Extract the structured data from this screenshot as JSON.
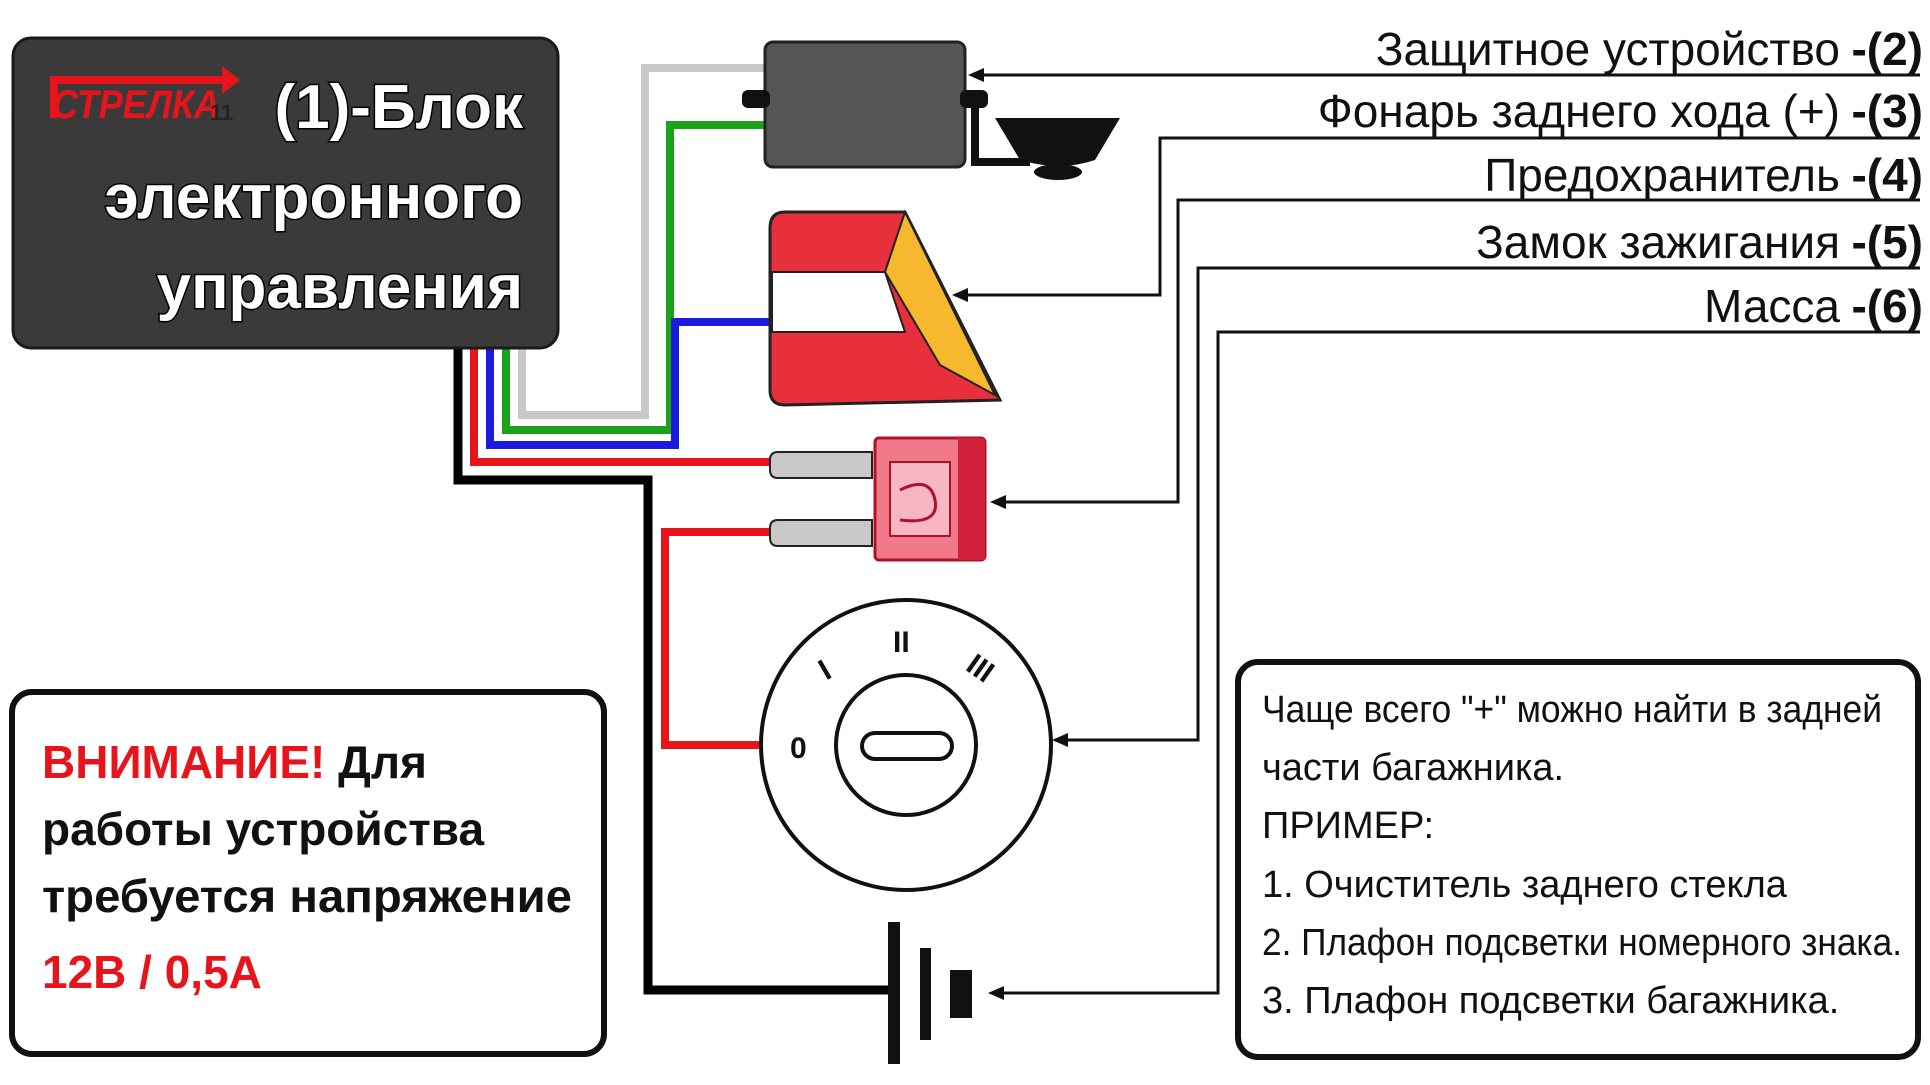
{
  "control_unit": {
    "logo": "СТРЕЛКА",
    "logo_suffix": "11",
    "title_line1": "(1)-Блок",
    "title_line2": "электронного",
    "title_line3": "управления"
  },
  "legend": [
    {
      "label": "Защитное устройство",
      "num": "-(2)"
    },
    {
      "label": "Фонарь заднего хода (+)",
      "num": "-(3)"
    },
    {
      "label": "Предохранитель",
      "num": "-(4)"
    },
    {
      "label": "Замок зажигания",
      "num": "-(5)"
    },
    {
      "label": "Масса",
      "num": "-(6)"
    }
  ],
  "warning": {
    "prefix": "ВНИМАНИЕ!",
    "line1_rest": " Для",
    "line2": "работы устройства",
    "line3": "требуется напряжение",
    "line4": "12В / 0,5А"
  },
  "note": {
    "line1": "Чаще всего \"+\" можно найти в задней",
    "line2": "части багажника.",
    "line3": "ПРИМЕР:",
    "line4": "1. Очиститель заднего стекла",
    "line5": "2. Плафон подсветки номерного знака.",
    "line6": "3. Плафон подсветки багажника."
  },
  "ignition": {
    "pos0": "0",
    "pos1": "I",
    "pos2": "II",
    "pos3": "III"
  },
  "colors": {
    "wire_gray": "#c8c8c8",
    "wire_green": "#1aa31a",
    "wire_blue": "#1a1ae0",
    "wire_red": "#e8141c",
    "wire_black": "#000000",
    "lamp_red": "#e8303c",
    "lamp_amber": "#f5b82e",
    "fuse_pink": "#f07a8a",
    "unit_bg": "#3a3a3a"
  }
}
